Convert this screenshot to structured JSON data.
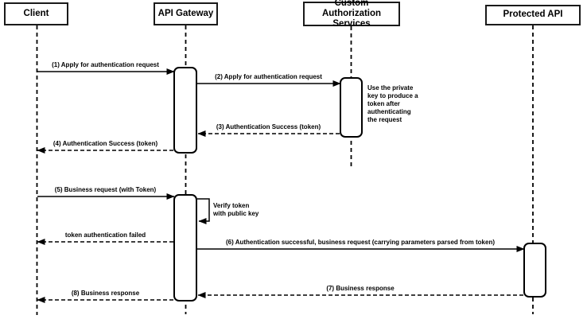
{
  "diagram": {
    "type": "sequence-diagram",
    "actors": [
      {
        "label": "Client"
      },
      {
        "label": "API Gateway"
      },
      {
        "label": "Custom Authorization\nServices"
      },
      {
        "label": "Protected API"
      }
    ],
    "messages": [
      {
        "label": "(1) Apply for authentication request",
        "from": "Client",
        "to": "API Gateway",
        "style": "solid"
      },
      {
        "label": "(2) Apply for authentication request",
        "from": "API Gateway",
        "to": "Custom Authorization Services",
        "style": "solid"
      },
      {
        "label": "(3) Authentication Success (token)",
        "from": "Custom Authorization Services",
        "to": "API Gateway",
        "style": "dashed"
      },
      {
        "label": "(4) Authentication Success (token)",
        "from": "API Gateway",
        "to": "Client",
        "style": "dashed"
      },
      {
        "label": "(5) Business request (with Token)",
        "from": "Client",
        "to": "API Gateway",
        "style": "solid"
      },
      {
        "label": "token authentication failed",
        "from": "API Gateway",
        "to": "Client",
        "style": "dashed"
      },
      {
        "label": "(6) Authentication successful, business request (carrying parameters parsed from token)",
        "from": "API Gateway",
        "to": "Protected API",
        "style": "solid"
      },
      {
        "label": "(7) Business response",
        "from": "Protected API",
        "to": "API Gateway",
        "style": "dashed"
      },
      {
        "label": "(8) Business response",
        "from": "API Gateway",
        "to": "Client",
        "style": "dashed"
      }
    ],
    "self_message": {
      "label": "Verify token\nwith public key",
      "actor": "API Gateway"
    },
    "note": {
      "label": "Use the private\nkey to produce a\ntoken after\nauthenticating\nthe request",
      "actor": "Custom Authorization Services"
    },
    "colors": {
      "line": "#000000",
      "fill": "#ffffff",
      "text": "#000000"
    }
  }
}
